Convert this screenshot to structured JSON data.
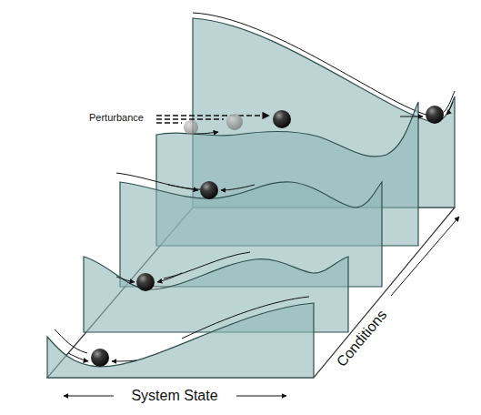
{
  "diagram": {
    "labels": [
      "Perturbance",
      "System State",
      "Conditions"
    ]
  }
}
